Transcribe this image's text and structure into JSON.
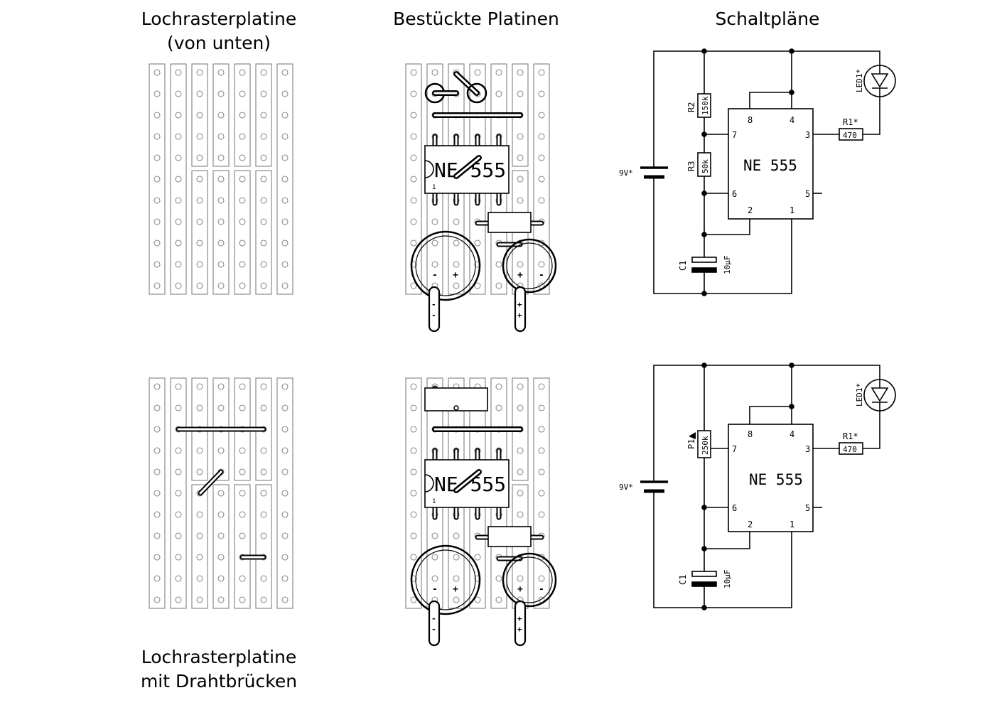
{
  "headings": {
    "col1_top": "Lochrasterplatine\n(von unten)",
    "col2": "Bestückte Platinen",
    "col3": "Schaltpläne",
    "col1_bottom": "Lochrasterplatine\nmit Drahtbrücken"
  },
  "board_ic": {
    "name": "NE 555",
    "pin1_mark": "1",
    "cap_minus": "-",
    "cap_plus": "+",
    "lead_minus": "-",
    "lead_plus": "+"
  },
  "schematic_top": {
    "ic": "NE 555",
    "pins": {
      "p8": "8",
      "p4": "4",
      "p7": "7",
      "p3": "3",
      "p6": "6",
      "p5": "5",
      "p2": "2",
      "p1": "1"
    },
    "r2_ref": "R2",
    "r2_val": "150k",
    "r3_ref": "R3",
    "r3_val": "50k",
    "r1_ref": "R1*",
    "r1_val": "470",
    "c1_ref": "C1",
    "c1_val": "10µF",
    "battery": "9V*",
    "led": "LED1*"
  },
  "schematic_bottom": {
    "ic": "NE 555",
    "pins": {
      "p8": "8",
      "p4": "4",
      "p7": "7",
      "p3": "3",
      "p6": "6",
      "p5": "5",
      "p2": "2",
      "p1": "1"
    },
    "p1_ref": "P1",
    "p1_val": "250k",
    "r1_ref": "R1*",
    "r1_val": "470",
    "c1_ref": "C1",
    "c1_val": "10µF",
    "battery": "9V*",
    "led": "LED1*"
  },
  "colors": {
    "line": "#000000",
    "board_stroke": "#8a8a8a"
  }
}
